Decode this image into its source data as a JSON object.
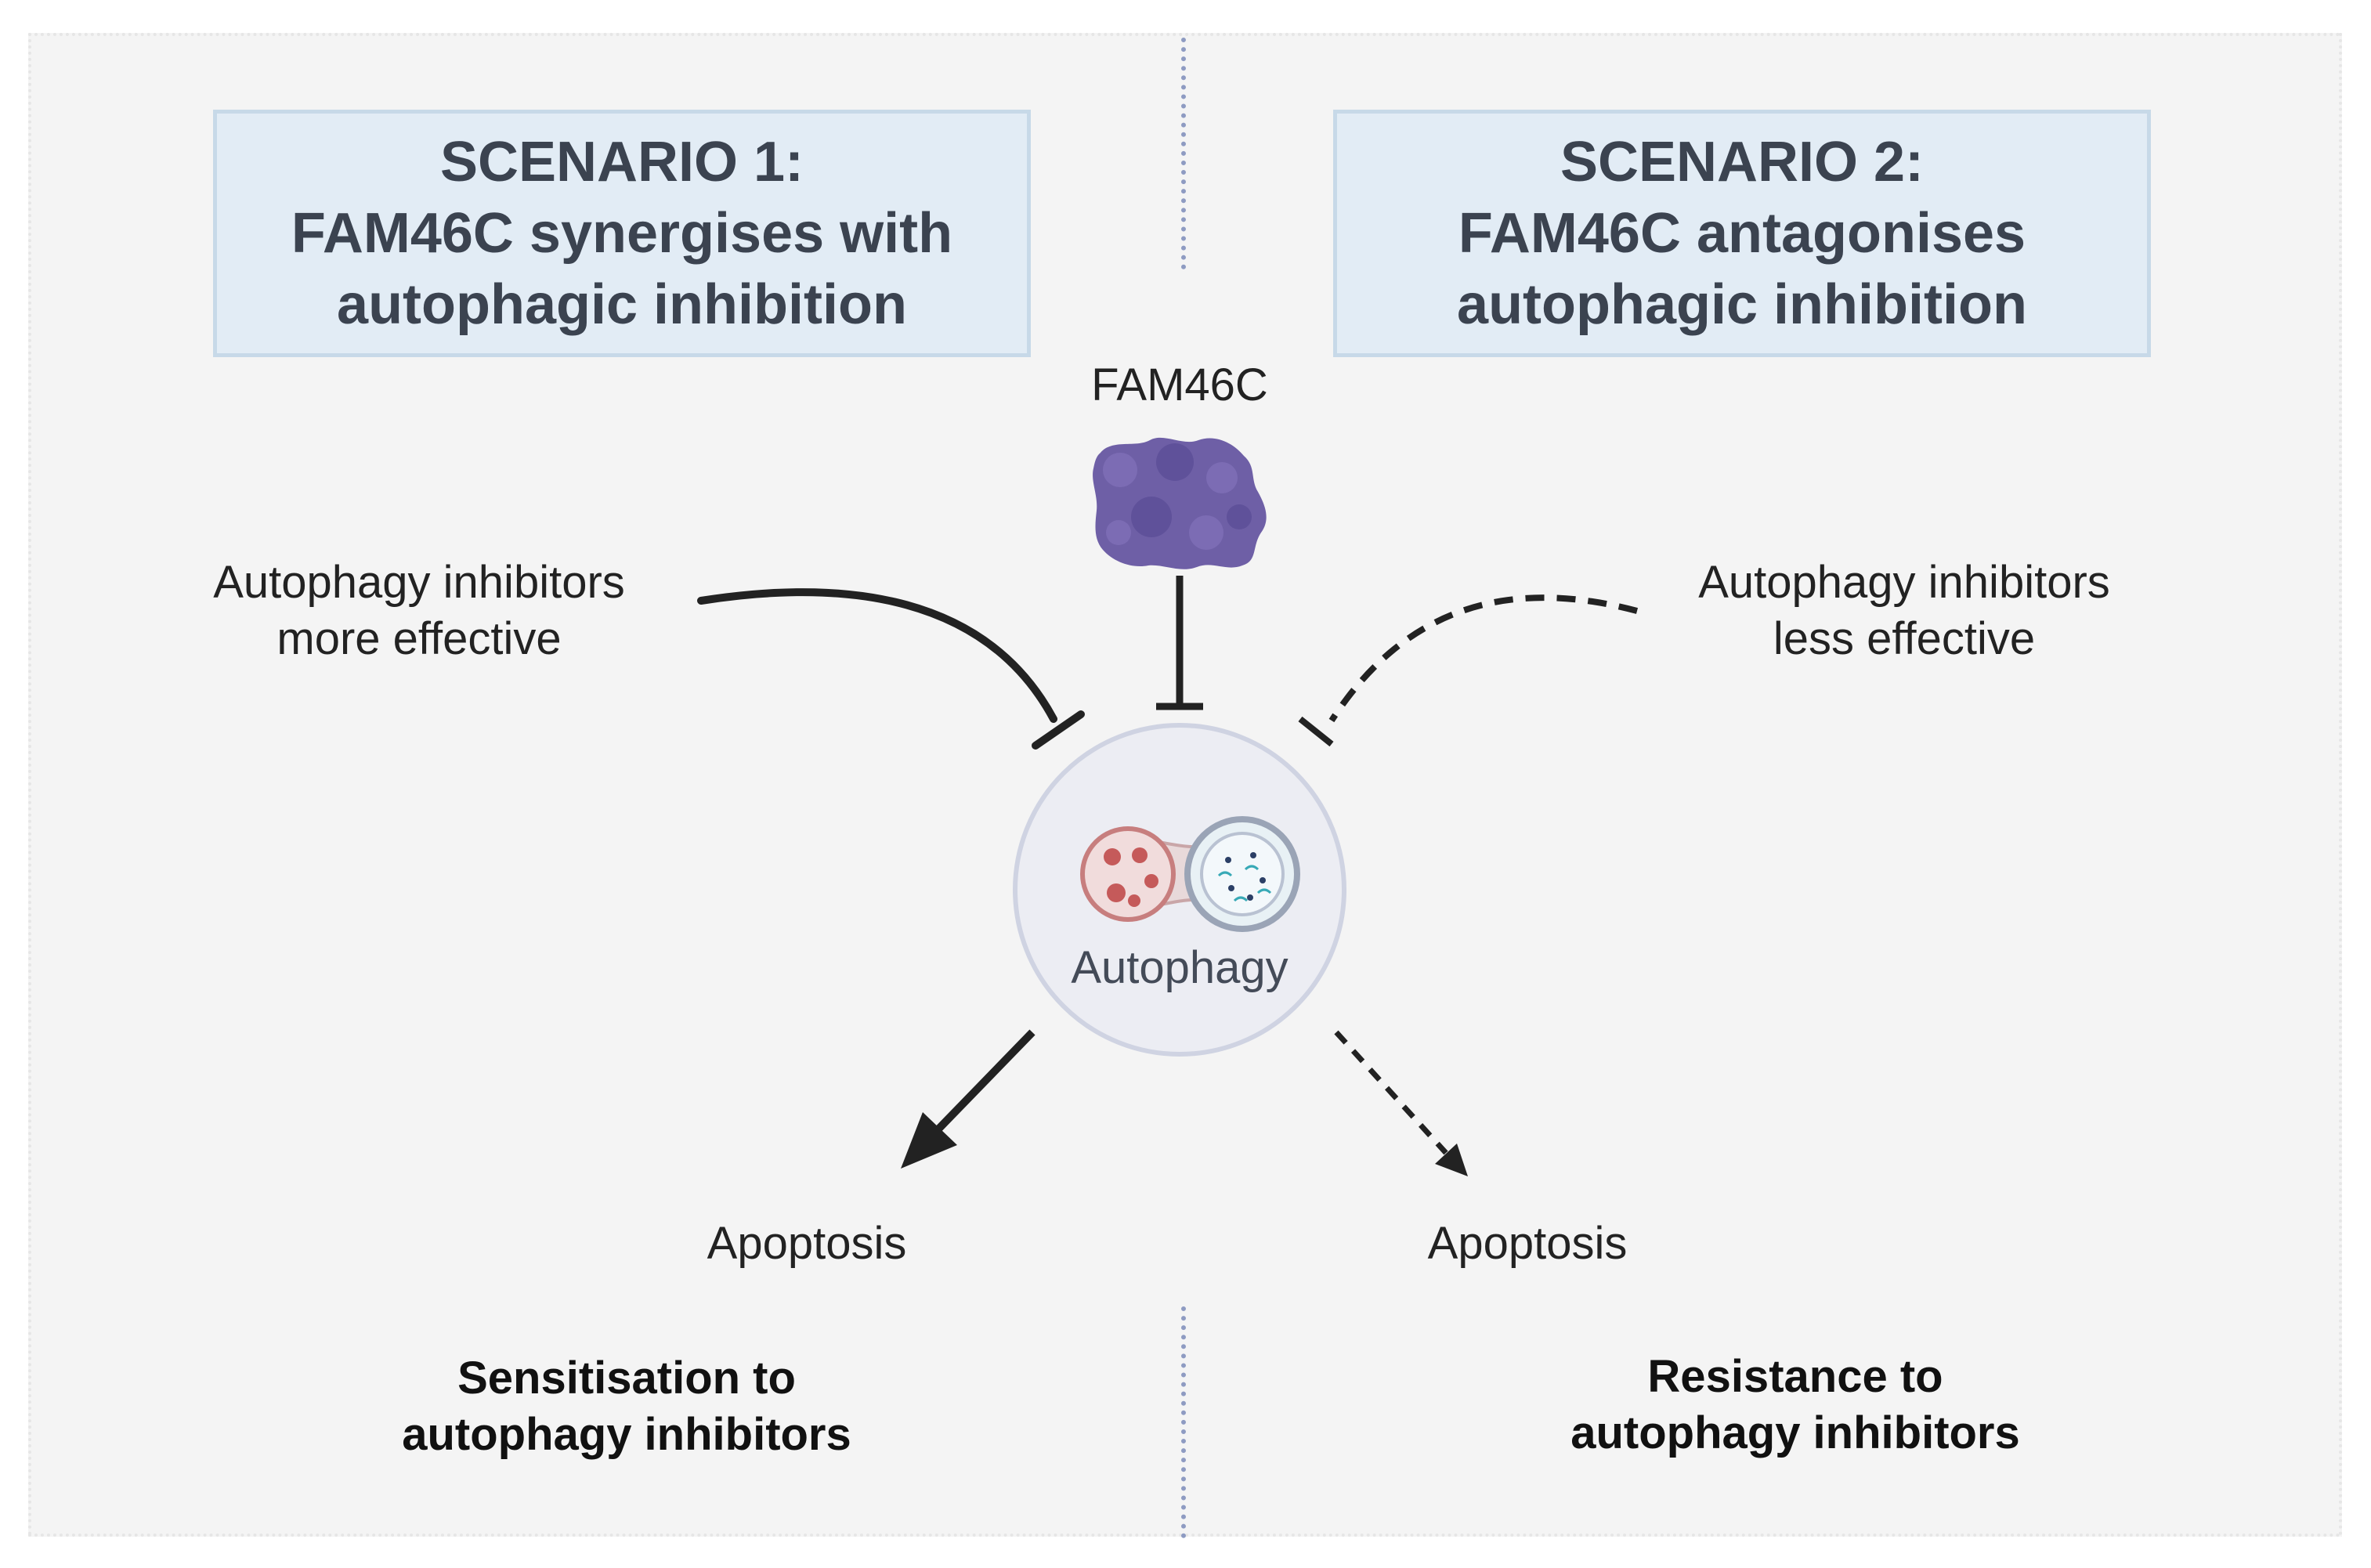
{
  "scenario1": {
    "line1": "SCENARIO 1:",
    "line2": "FAM46C synergises with",
    "line3": "autophagic inhibition"
  },
  "scenario2": {
    "line1": "SCENARIO 2:",
    "line2": "FAM46C antagonises",
    "line3": "autophagic inhibition"
  },
  "fam46c_label": "FAM46C",
  "autophagy_label": "Autophagy",
  "left_inhibitors": {
    "line1": "Autophagy inhibitors",
    "line2": "more effective"
  },
  "right_inhibitors": {
    "line1": "Autophagy inhibitors",
    "line2": "less effective"
  },
  "left_apoptosis": "Apoptosis",
  "right_apoptosis": "Apoptosis",
  "left_outcome": {
    "line1": "Sensitisation to",
    "line2": "autophagy inhibitors"
  },
  "right_outcome": {
    "line1": "Resistance to",
    "line2": "autophagy inhibitors"
  },
  "colors": {
    "panel_background": "#f4f4f4",
    "scenario_box": "#e2ecf5",
    "divider": "#8e9bc2",
    "protein": "#6e5fa6",
    "arrow": "#222222"
  }
}
